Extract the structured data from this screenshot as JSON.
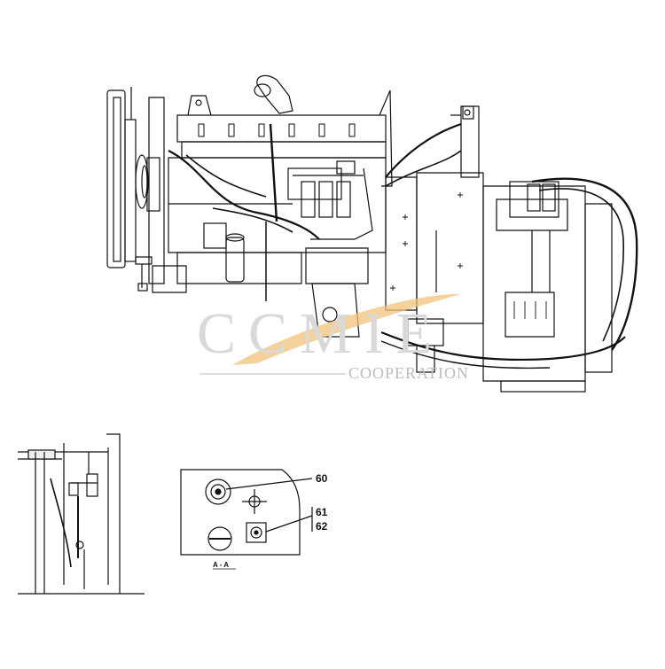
{
  "diagram": {
    "callouts": [
      "60",
      "61",
      "62"
    ],
    "section_label": "A - A"
  },
  "watermark": {
    "main": "CCMIE",
    "sub": "COOPERATION",
    "accent_color": "#f1c27a"
  }
}
